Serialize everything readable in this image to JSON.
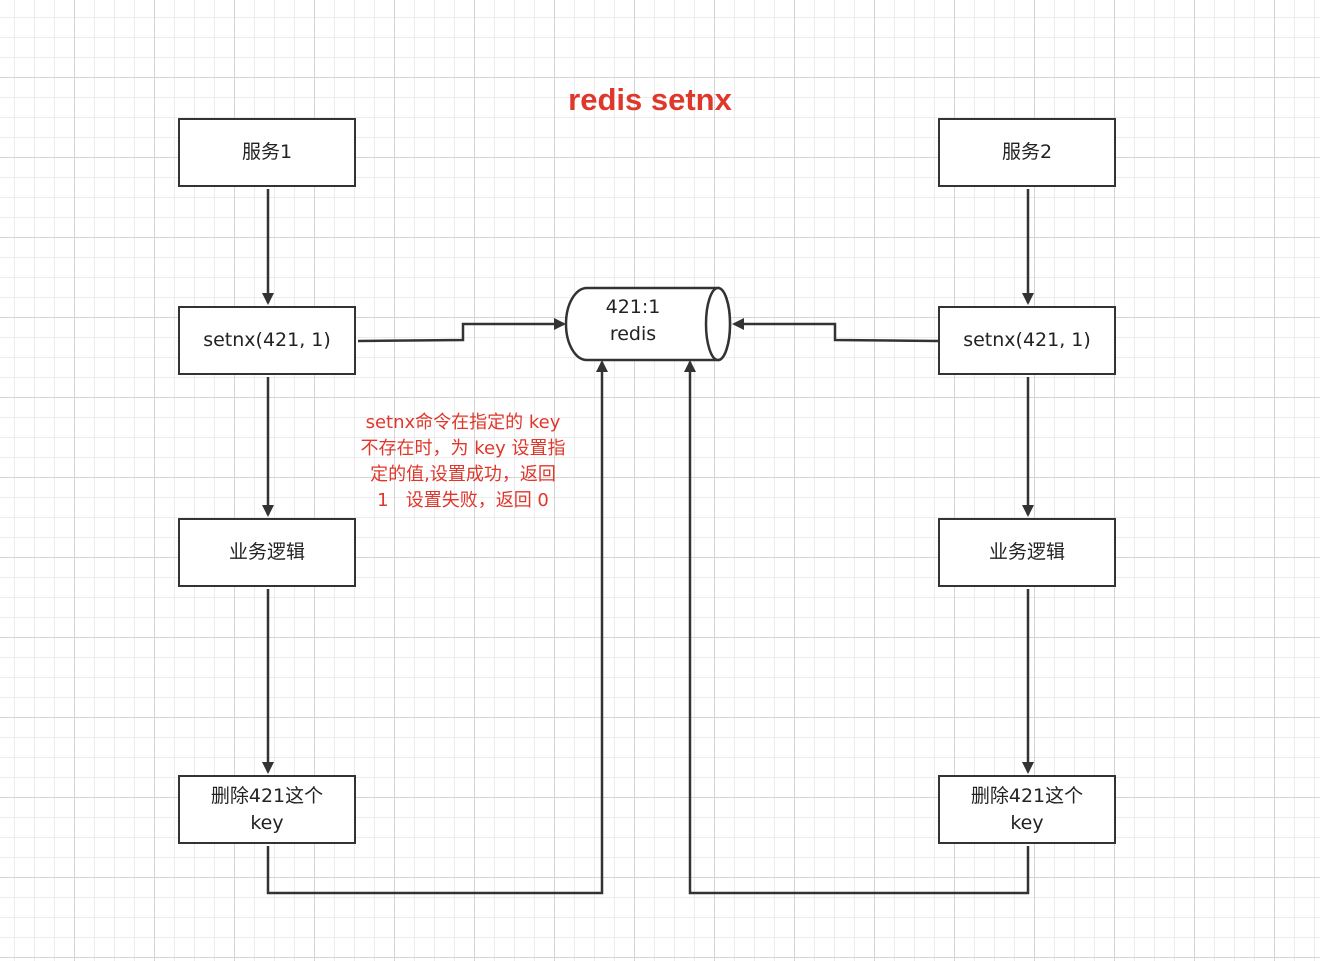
{
  "title": "redis setnx",
  "left_column": {
    "service": "服务1",
    "setnx": "setnx(421, 1)",
    "business": "业务逻辑",
    "delete_key": "删除421这个\nkey"
  },
  "right_column": {
    "service": "服务2",
    "setnx": "setnx(421, 1)",
    "business": "业务逻辑",
    "delete_key": "删除421这个\nkey"
  },
  "redis": {
    "line1": "421:1",
    "line2": "redis"
  },
  "note": {
    "lines": [
      "setnx命令在指定的 key",
      "不存在时，为 key 设置指",
      "定的值,设置成功，返回",
      "1   设置失败，返回 0"
    ]
  },
  "colors": {
    "title": "#e0372b",
    "note": "#e0372b",
    "stroke": "#333333"
  }
}
